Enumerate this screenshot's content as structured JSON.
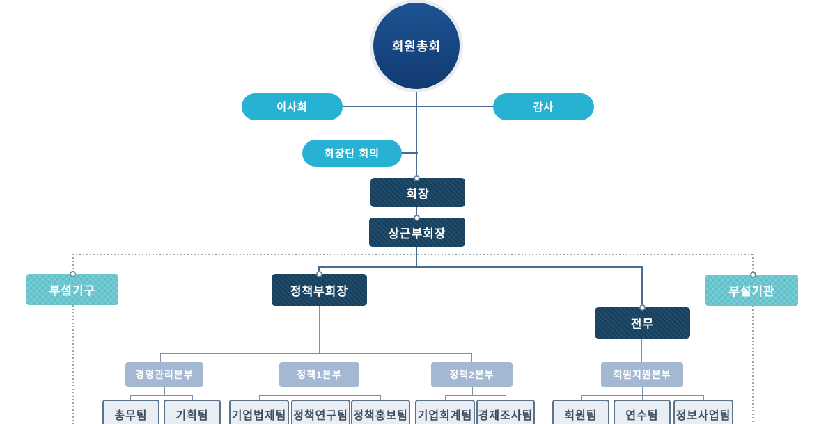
{
  "diagram": {
    "nodes": {
      "general_assembly": "회원총회",
      "board_of_directors": "이사회",
      "auditor": "감사",
      "chairman_council": "회장단 회의",
      "chairman": "회장",
      "standing_vice_chairman": "상근부회장",
      "policy_vice_chairman": "정책부회장",
      "executive_director": "전무",
      "affiliated_organization": "부설기구",
      "affiliated_institution": "부설기관"
    },
    "divisions": [
      {
        "label": "경영관리본부",
        "teams": [
          "총무팀",
          "기획팀"
        ]
      },
      {
        "label": "정책1본부",
        "teams": [
          "기업법제팀",
          "정책연구팀",
          "정책홍보팀"
        ]
      },
      {
        "label": "정책2본부",
        "teams": [
          "기업회계팀",
          "경제조사팀"
        ]
      },
      {
        "label": "회원지원본부",
        "teams": [
          "회원팀",
          "연수팀",
          "정보사업팀"
        ]
      }
    ],
    "colors": {
      "accent_cyan": "#27b2d4",
      "navy_box": "#16405f",
      "navy_circle_top": "#1d5392",
      "navy_circle_bottom": "#113a72",
      "teal_box": "#5dc0ca",
      "division_box": "#a4b8d4",
      "team_background": "#e9edf4",
      "team_border": "#5d7389",
      "team_text": "#3f4e60",
      "line_solid": "#4a6c8f",
      "line_thin": "#7e90a4",
      "line_dotted": "#9aa5b1"
    }
  }
}
